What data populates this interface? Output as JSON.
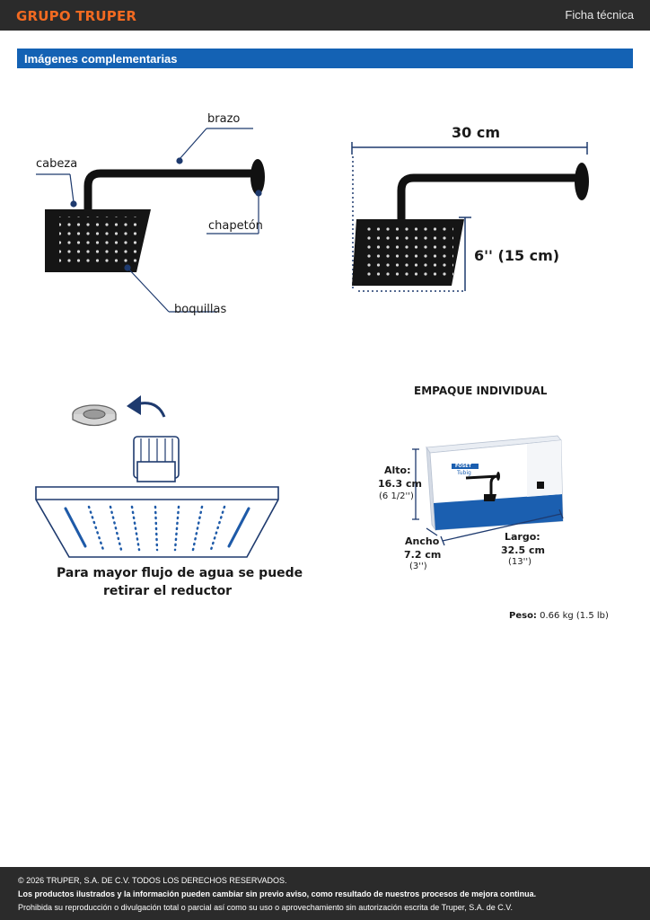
{
  "header": {
    "brand": "GRUPO TRUPER",
    "doc_type": "Ficha técnica"
  },
  "section": {
    "title": "Imágenes complementarias"
  },
  "parts_diagram": {
    "labels": {
      "arm": "brazo",
      "head": "cabeza",
      "flange": "chapetón",
      "nozzles": "boquillas"
    }
  },
  "dimensions_diagram": {
    "length": "30 cm",
    "head_size": "6'' (15 cm)"
  },
  "reducer_note": {
    "line1": "Para mayor flujo de agua se puede",
    "line2": "retirar el reductor"
  },
  "package": {
    "title": "EMPAQUE INDIVIDUAL",
    "height_label": "Alto:",
    "height_metric": "16.3 cm",
    "height_imperial": "(6 1/2'')",
    "width_label": "Ancho",
    "width_metric": "7.2 cm",
    "width_imperial": "(3'')",
    "length_label": "Largo:",
    "length_metric": "32.5 cm",
    "length_imperial": "(13'')",
    "box_brand": "FOSET",
    "box_line": "Tubig",
    "weight_label": "Peso:",
    "weight_value": "0.66 kg (1.5 lb)"
  },
  "footer": {
    "copyright": "© 2026 TRUPER, S.A. DE C.V. TODOS LOS DERECHOS RESERVADOS.",
    "notice": "Los productos ilustrados y la información pueden cambiar sin previo aviso, como resultado de nuestros procesos de mejora continua.",
    "prohibition": "Prohibida su reproducción o divulgación total o parcial así como su uso o aprovechamiento sin autorización escrita de Truper, S.A. de C.V."
  },
  "colors": {
    "brand_orange": "#f26a21",
    "section_blue": "#1462b4",
    "dark_bar": "#2b2b2b",
    "callout_navy": "#1e3a6e"
  }
}
